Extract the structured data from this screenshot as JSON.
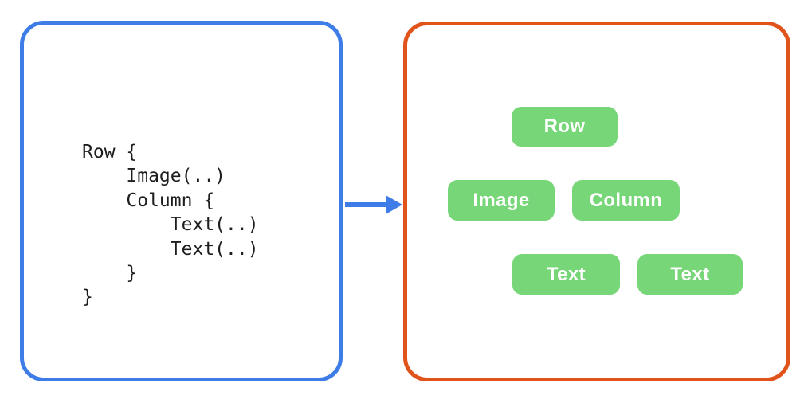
{
  "left_panel": {
    "code": "Row {\n    Image(..)\n    Column {\n        Text(..)\n        Text(..)\n    }\n}"
  },
  "arrow": {
    "direction": "right"
  },
  "tree": {
    "nodes": [
      {
        "id": "row",
        "label": "Row",
        "parent": null
      },
      {
        "id": "image",
        "label": "Image",
        "parent": "row"
      },
      {
        "id": "column",
        "label": "Column",
        "parent": "row"
      },
      {
        "id": "text1",
        "label": "Text",
        "parent": "column"
      },
      {
        "id": "text2",
        "label": "Text",
        "parent": "column"
      }
    ]
  },
  "colors": {
    "left_panel_border": "#3E7DE7",
    "right_panel_border": "#E0541C",
    "node_fill": "#77D678",
    "edge_line": "#70D573",
    "arrow": "#3E7DE7",
    "code_text": "#1E1E1E",
    "node_text": "#FFFFFF",
    "background": "#FFFFFF"
  }
}
